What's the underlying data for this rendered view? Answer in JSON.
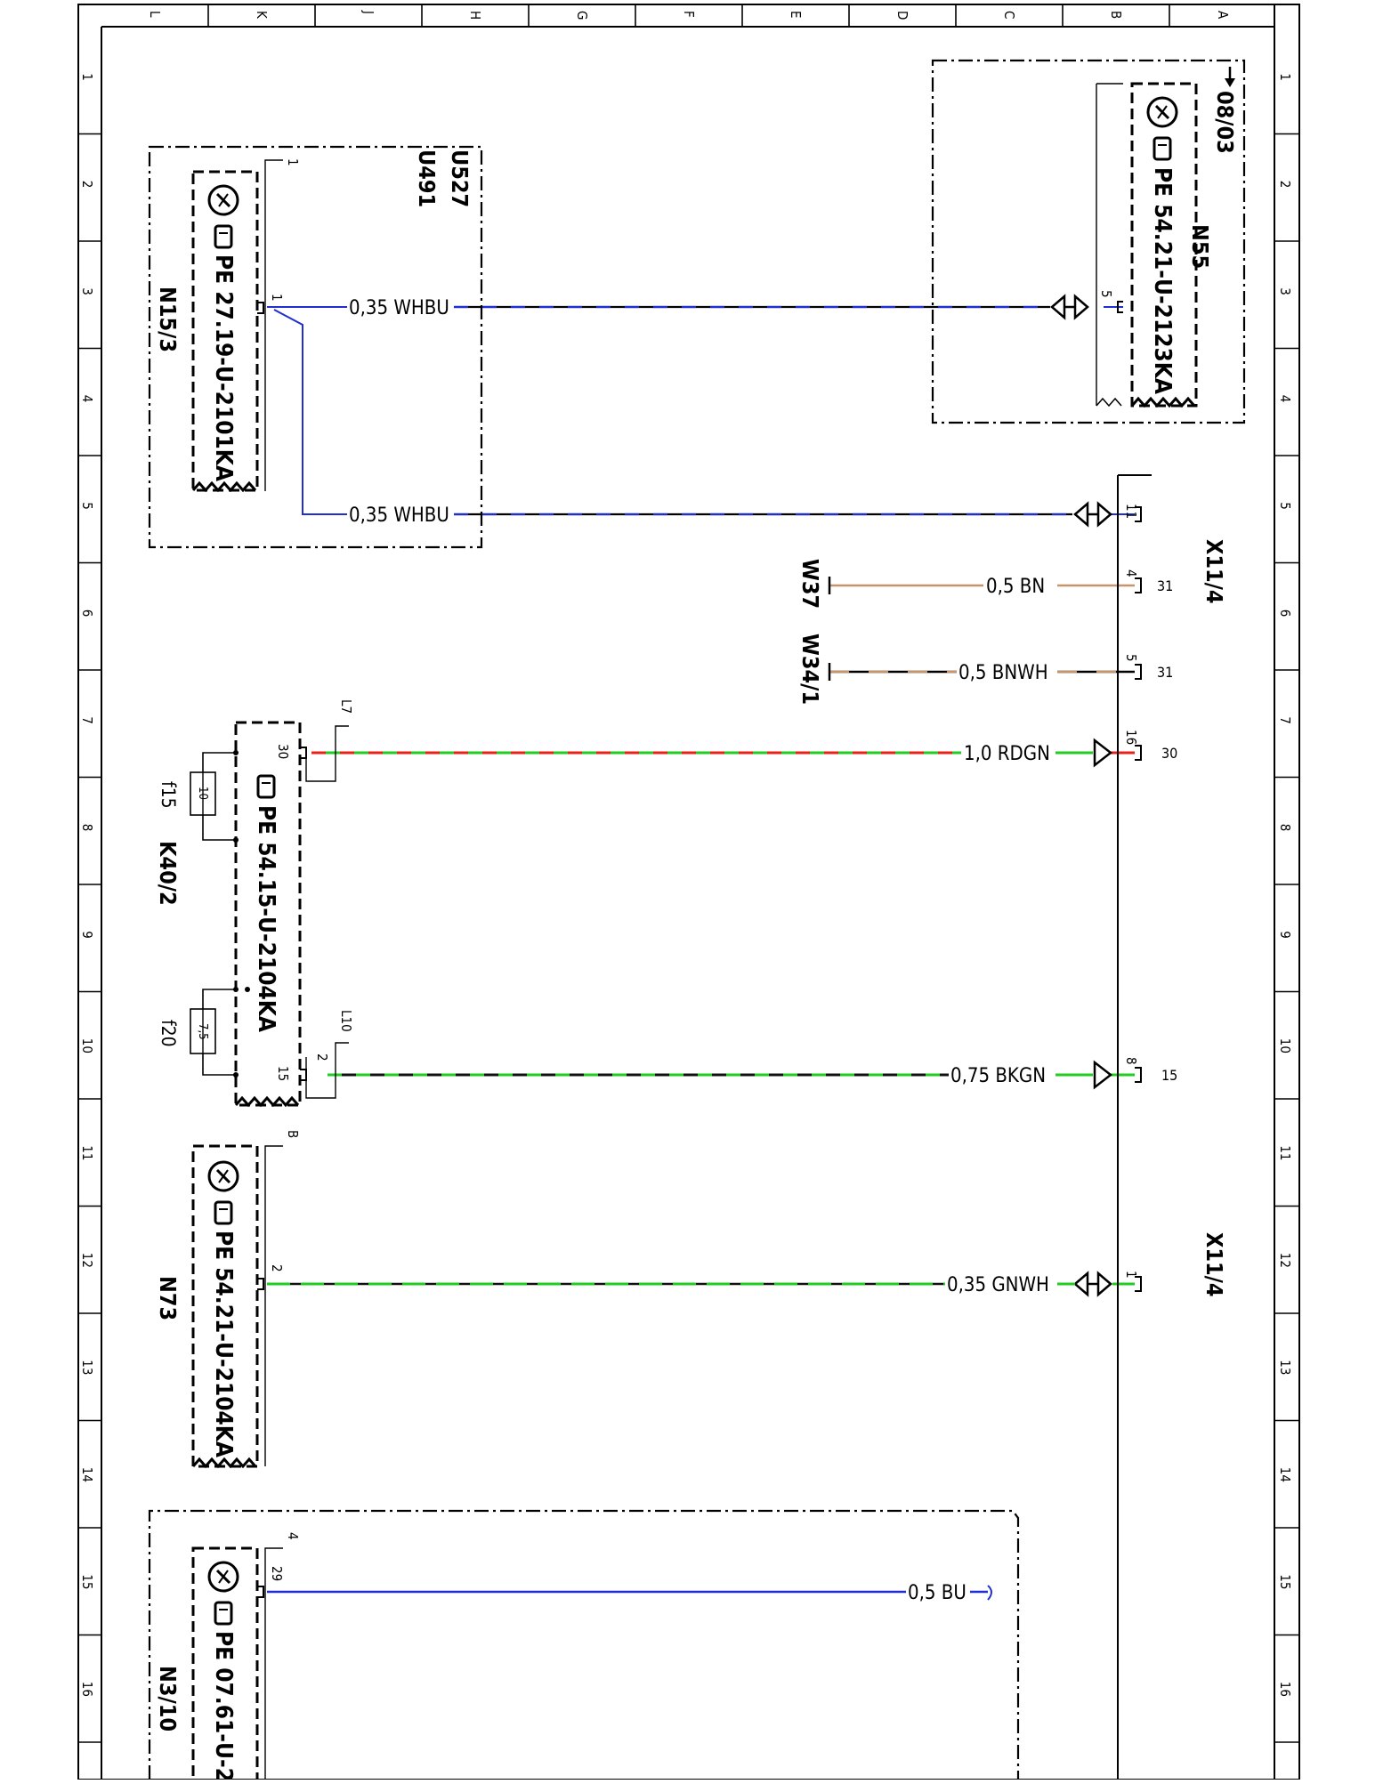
{
  "grid": {
    "columns": [
      "L",
      "K",
      "J",
      "H",
      "G",
      "F",
      "E",
      "D",
      "C",
      "B",
      "A"
    ],
    "rows": [
      "1",
      "2",
      "3",
      "4",
      "5",
      "6",
      "7",
      "8",
      "9",
      "10",
      "11",
      "12",
      "13",
      "14",
      "15",
      "16"
    ]
  },
  "components": {
    "u527": "U527",
    "u491": "U491",
    "n15_3": "N15/3",
    "n15_3_pe": "PE 27.19-U-2101KA",
    "n55": "N55",
    "n55_pe": "PE 54.21-U-2123KA",
    "n55_ref": "08/03",
    "x11_4_top": "X11/4",
    "x11_4_bottom": "X11/4",
    "w37": "W37",
    "w34_1": "W34/1",
    "k40_2": "K40/2",
    "k40_2_pe": "PE 54.15-U-2104KA",
    "f15": "f15",
    "f15_rating": "10",
    "f20": "f20",
    "f20_rating": "7,5",
    "l7": "L7",
    "l10": "L10",
    "n73": "N73",
    "n73_pe": "PE 54.21-U-2104KA",
    "n73_connector": "B",
    "n3_10": "N3/10",
    "n3_10_pe": "PE 07.61-U-2",
    "n3_10_connector": "4",
    "n15_3_connector": "1"
  },
  "wires": [
    {
      "label": "0,35  WHBU",
      "from_pin": "1",
      "to_pin": "5",
      "colors": [
        "#ffffff",
        "#1f2fd0"
      ]
    },
    {
      "label": "0,35  WHBU",
      "to_pin": "11",
      "colors": [
        "#ffffff",
        "#1f2fd0"
      ]
    },
    {
      "label": "0,5  BN",
      "to_pin": "4",
      "terminal": "31",
      "colors": [
        "#c8956b"
      ]
    },
    {
      "label": "0,5  BNWH",
      "to_pin": "5",
      "terminal": "31",
      "colors": [
        "#c8956b",
        "#ffffff"
      ]
    },
    {
      "label": "1,0  RDGN",
      "from_pin": "30",
      "to_pin": "16",
      "terminal": "30",
      "colors": [
        "#e8221a",
        "#22cc22"
      ]
    },
    {
      "label": "0,75  BKGN",
      "from_pin": "15",
      "from_pin_b": "2",
      "to_pin": "8",
      "terminal": "15",
      "colors": [
        "#111111",
        "#22cc22"
      ]
    },
    {
      "label": "0,35  GNWH",
      "from_pin": "2",
      "to_pin": "1",
      "colors": [
        "#22cc22",
        "#ffffff"
      ]
    },
    {
      "label": "0,5  BU",
      "from_pin": "29",
      "colors": [
        "#1f2fd0"
      ]
    }
  ]
}
